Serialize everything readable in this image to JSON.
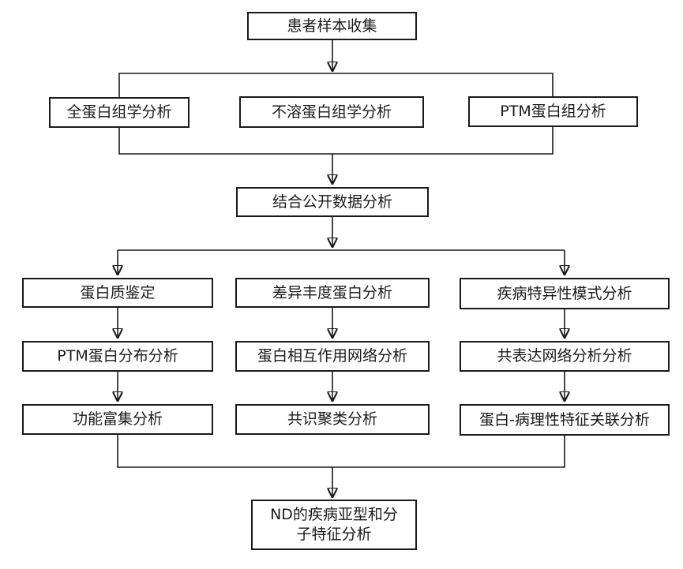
{
  "diagram": {
    "type": "flowchart",
    "colors": {
      "background": "#ffffff",
      "line": "#1a1a1a",
      "box_fill": "#ffffff",
      "text": "#1a1a1a"
    },
    "nodes": {
      "patient_sample": {
        "label": "患者样本收集"
      },
      "whole_proteome": {
        "label": "全蛋白组学分析"
      },
      "insoluble_proteome": {
        "label": "不溶蛋白组学分析"
      },
      "ptm_proteome": {
        "label": "PTM蛋白组分析"
      },
      "public_data": {
        "label": "结合公开数据分析"
      },
      "protein_identification": {
        "label": "蛋白质鉴定"
      },
      "differential_abundance": {
        "label": "差异丰度蛋白分析"
      },
      "disease_specific_pattern": {
        "label": "疾病特异性模式分析"
      },
      "ptm_distribution": {
        "label": "PTM蛋白分布分析"
      },
      "ppi_network": {
        "label": "蛋白相互作用网络分析"
      },
      "coexpression_network": {
        "label": "共表达网络分析分析"
      },
      "functional_enrichment": {
        "label": "功能富集分析"
      },
      "consensus_clustering": {
        "label": "共识聚类分析"
      },
      "protein_pathology_association": {
        "label": "蛋白-病理性特征关联分析"
      },
      "nd_subtype_molecular": {
        "label": "ND的疾病亚型和分\n子特征分析"
      }
    }
  }
}
